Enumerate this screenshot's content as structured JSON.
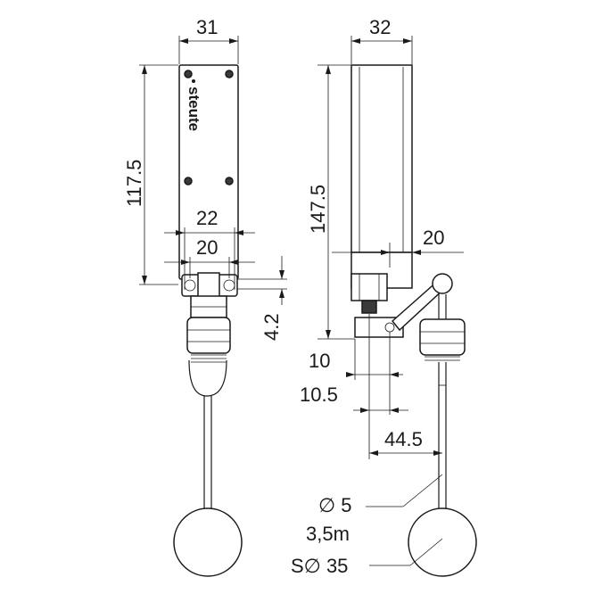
{
  "brand": {
    "logo_text": "steute"
  },
  "front_view": {
    "width": "31",
    "height": "117.5",
    "mount_spacing_outer": "22",
    "mount_spacing_inner": "20",
    "offset": "4.2"
  },
  "side_view": {
    "width": "32",
    "height": "147.5",
    "lever_offset": "20",
    "dim_10": "10",
    "dim_10_5": "10.5",
    "dim_44_5": "44.5",
    "rod_diameter": "∅ 5",
    "rod_length": "3,5m",
    "float_diameter": "S∅ 35"
  }
}
